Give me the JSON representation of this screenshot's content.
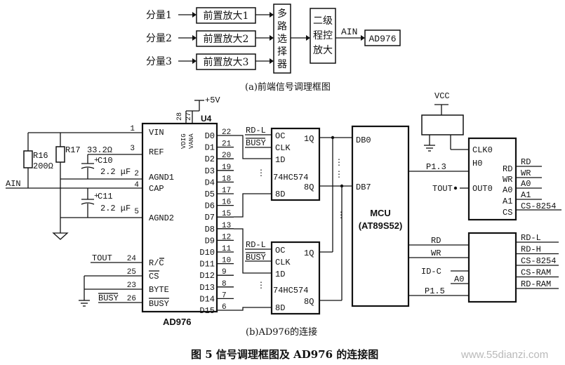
{
  "part_a": {
    "inputs": [
      "分量1",
      "分量2",
      "分量3"
    ],
    "preamps": [
      "前置放大1",
      "前置放大2",
      "前置放大3"
    ],
    "mux_chars": [
      "多",
      "路",
      "选",
      "择",
      "器"
    ],
    "pga_lines": [
      "二级",
      "程控",
      "放大"
    ],
    "ain_label": "AIN",
    "adc": "AD976",
    "caption": "(a)前端信号调理框图"
  },
  "part_b": {
    "caption": "(b)AD976的连接",
    "figure_caption": "图 5  信号调理框图及 AD976 的连接图",
    "watermark": "www.55dianzi.com",
    "power": "+5V",
    "u4": "U4",
    "vdig": "VDIG",
    "vana": "VANA",
    "pin28": "28",
    "pin27": "27",
    "adc_name": "AD976",
    "left_pins": [
      {
        "num": "1",
        "name": "VIN"
      },
      {
        "num": "3",
        "name": "REF"
      },
      {
        "num": "2",
        "name": "AGND1"
      },
      {
        "num": "4",
        "name": "CAP"
      },
      {
        "num": "5",
        "name": "AGND2"
      },
      {
        "num": "24",
        "name": "R/C"
      },
      {
        "num": "25",
        "name": "CS"
      },
      {
        "num": "23",
        "name": "BYTE"
      },
      {
        "num": "26",
        "name": "BUSY"
      }
    ],
    "data_pins": [
      {
        "name": "D0",
        "num": "22"
      },
      {
        "name": "D1",
        "num": "21"
      },
      {
        "name": "D2",
        "num": "20"
      },
      {
        "name": "D3",
        "num": "19"
      },
      {
        "name": "D4",
        "num": "18"
      },
      {
        "name": "D5",
        "num": "17"
      },
      {
        "name": "D6",
        "num": "16"
      },
      {
        "name": "D7",
        "num": "15"
      },
      {
        "name": "D8",
        "num": "13"
      },
      {
        "name": "D9",
        "num": "12"
      },
      {
        "name": "D10",
        "num": "11"
      },
      {
        "name": "D11",
        "num": "10"
      },
      {
        "name": "D12",
        "num": "9"
      },
      {
        "name": "D13",
        "num": "8"
      },
      {
        "name": "D14",
        "num": "7"
      },
      {
        "name": "D15",
        "num": "6"
      }
    ],
    "r16": "R16",
    "r16_val": "200Ω",
    "r17": "R17",
    "r17_val": "33.2Ω",
    "c10": "C10",
    "c10_val": "2.2 μF",
    "c11": "C11",
    "c11_val": "2.2 μF",
    "ain": "AIN",
    "tout": "TOUT",
    "busy": "BUSY",
    "latch1": {
      "rdl": "RD-L",
      "busy": "BUSY",
      "oc": "OC",
      "clk": "CLK",
      "d1": "1D",
      "d8": "8D",
      "q1": "1Q",
      "q8": "8Q",
      "name": "74HC574"
    },
    "latch2": {
      "rdl": "RD-L",
      "busy": "BUSY",
      "oc": "OC",
      "clk": "CLK",
      "d1": "1D",
      "d8": "8D",
      "q1": "1Q",
      "q8": "8Q",
      "name": "74HC574"
    },
    "mcu": {
      "name": "MCU",
      "part": "(AT89S52)",
      "db0": "DB0",
      "db7": "DB7"
    },
    "vcc": "VCC",
    "p13": "P1.3",
    "tout2": "TOUT",
    "timer": {
      "clk0": "CLK0",
      "h0": "H0",
      "out0": "OUT0",
      "rd": "RD",
      "wr": "WR",
      "a0": "A0",
      "a1": "A1",
      "cs": "CS-8254"
    },
    "decoder_in": {
      "rd": "RD",
      "wr": "WR",
      "idc": "ID-C",
      "a0": "A0",
      "p15": "P1.5"
    },
    "decoder_out": [
      "RD-L",
      "RD-H",
      "CS-8254",
      "CS-RAM",
      "RD-RAM"
    ]
  }
}
